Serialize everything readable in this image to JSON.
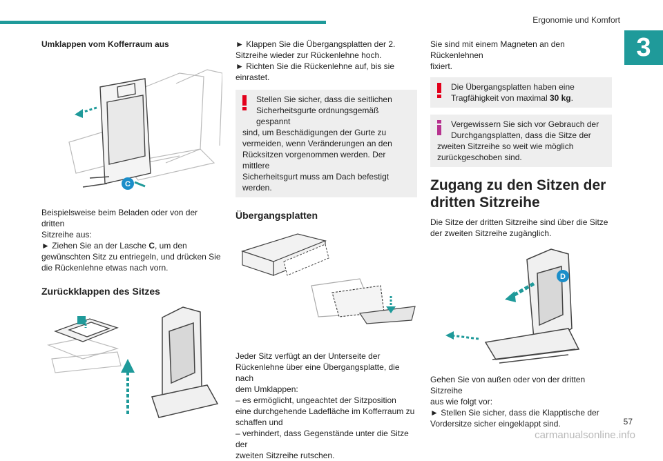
{
  "header": {
    "title": "Ergonomie und Komfort",
    "chapter": "3",
    "page_number": "57"
  },
  "col1": {
    "heading1": "Umklappen vom Kofferraum aus",
    "callout_c": "C",
    "para1_lines": [
      "Beispielsweise beim Beladen oder von der dritten",
      "Sitzreihe aus:"
    ],
    "step1_lines": [
      "► Ziehen Sie an der Lasche ",
      "C",
      ", um den",
      "gewünschten Sitz zu entriegeln, und drücken Sie",
      "die Rückenlehne etwas nach vorn."
    ],
    "heading2": "Zurückklappen des Sitzes"
  },
  "col2": {
    "steps": [
      "► Klappen Sie die Übergangsplatten der 2.",
      "Sitzreihe wieder zur Rückenlehne hoch.",
      "► Richten Sie die Rückenlehne auf, bis sie",
      "einrastet."
    ],
    "warning_lines": [
      "Stellen Sie sicher, dass die seitlichen",
      "Sicherheitsgurte ordnungsgemäß gespannt",
      "sind, um Beschädigungen der Gurte zu",
      "vermeiden, wenn Veränderungen an den",
      "Rücksitzen vorgenommen werden. Der mittlere",
      "Sicherheitsgurt muss am Dach befestigt werden."
    ],
    "heading": "Übergangsplatten",
    "para_lines": [
      "Jeder Sitz verfügt an der Unterseite der",
      "Rückenlehne über eine Übergangsplatte, die nach",
      "dem Umklappen:",
      "– es ermöglicht, ungeachtet der Sitzposition",
      "eine durchgehende Ladefläche im Kofferraum zu",
      "schaffen und",
      "– verhindert, dass Gegenstände unter die Sitze der",
      "zweiten Sitzreihe rutschen."
    ]
  },
  "col3": {
    "intro_lines": [
      "Sie sind mit einem Magneten an den Rückenlehnen",
      "fixiert."
    ],
    "warning_lines": [
      "Die Übergangsplatten haben eine",
      "Tragfähigkeit von maximal "
    ],
    "warning_bold": "30 kg",
    "warning_end": ".",
    "info_lines": [
      "Vergewissern Sie sich vor Gebrauch der",
      "Durchgangsplatten, dass die Sitze der",
      "zweiten Sitzreihe so weit wie möglich",
      "zurückgeschoben sind."
    ],
    "heading_lines": [
      "Zugang zu den Sitzen der",
      "dritten Sitzreihe"
    ],
    "para_lines": [
      "Die Sitze der dritten Sitzreihe sind über die Sitze",
      "der zweiten Sitzreihe zugänglich."
    ],
    "callout_d": "D",
    "para2_lines": [
      "Gehen Sie von außen oder von der dritten Sitzreihe",
      "aus wie folgt vor:",
      "► Stellen Sie sicher, dass die Klapptische der",
      "Vordersitze sicher eingeklappt sind."
    ]
  },
  "watermark": "carmanualsonline.info",
  "colors": {
    "accent": "#1f9a9a",
    "warning": "#e3001b",
    "info": "#b7338f",
    "callout": "#1b8ec9"
  }
}
